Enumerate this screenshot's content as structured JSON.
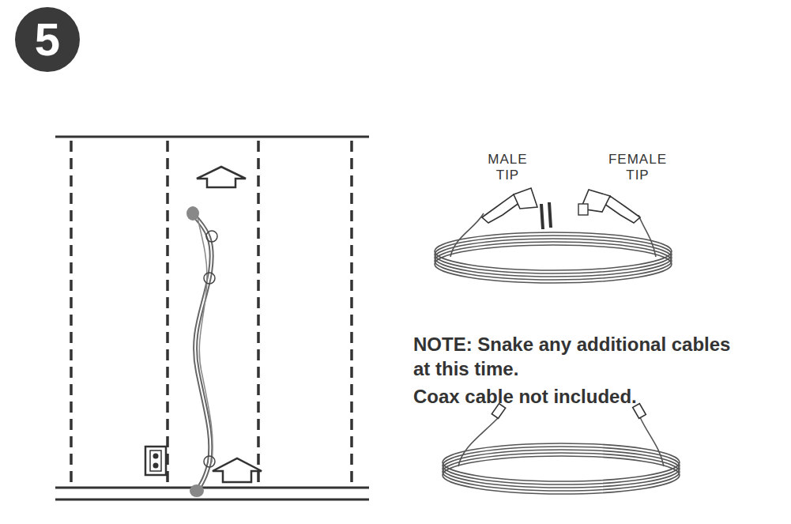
{
  "diagram": {
    "nodes": [
      {
        "text": [
          "5"
        ]
      }
    ],
    "labels": [
      "MALE TIP",
      "FEMALE TIP",
      "NOTE: Snake any additional cables at this time.",
      "Coax cable not included."
    ]
  }
}
